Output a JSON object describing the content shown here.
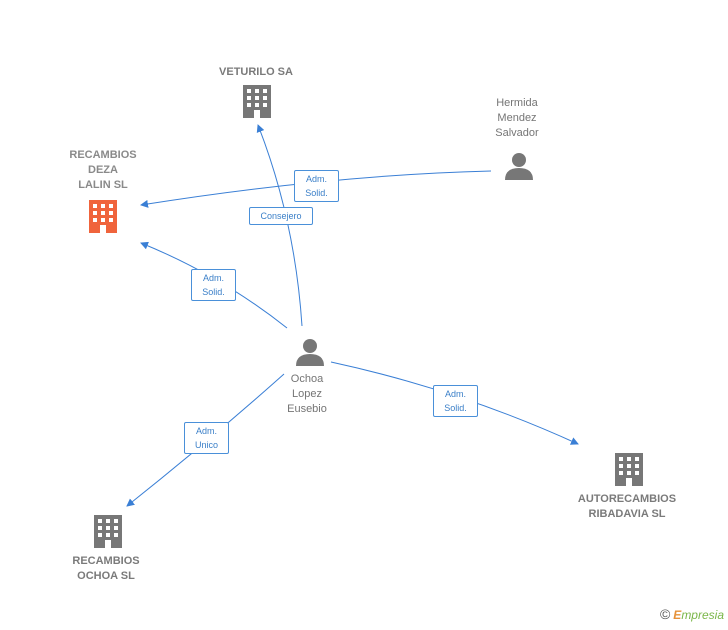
{
  "nodes": {
    "veturilo": {
      "lines": [
        "VETURILO SA"
      ]
    },
    "recambios_deza": {
      "lines": [
        "RECAMBIOS",
        "DEZA",
        "LALIN  SL"
      ]
    },
    "hermida": {
      "lines": [
        "Hermida",
        "Mendez",
        "Salvador"
      ]
    },
    "ochoa_lopez": {
      "lines": [
        "Ochoa",
        "Lopez",
        "Eusebio"
      ]
    },
    "recambios_ochoa": {
      "lines": [
        "RECAMBIOS",
        "OCHOA SL"
      ]
    },
    "autorecambios": {
      "lines": [
        "AUTORECAMBIOS",
        "RIBADAVIA  SL"
      ]
    }
  },
  "relations": {
    "hermida_deza": {
      "lines": [
        "Adm.",
        "Solid."
      ]
    },
    "ochoa_veturilo": {
      "lines": [
        "Consejero"
      ]
    },
    "ochoa_deza": {
      "lines": [
        "Adm.",
        "Solid."
      ]
    },
    "ochoa_ochoa": {
      "lines": [
        "Adm.",
        "Unico"
      ]
    },
    "ochoa_auto": {
      "lines": [
        "Adm.",
        "Solid."
      ]
    }
  },
  "colors": {
    "edge": "#3a7fd5",
    "company_icon": "#777777",
    "main_company_icon": "#f0643c",
    "person_icon": "#777777"
  },
  "footer": {
    "copyright": "©",
    "brand_initial": "E",
    "brand_rest": "mpresia"
  }
}
